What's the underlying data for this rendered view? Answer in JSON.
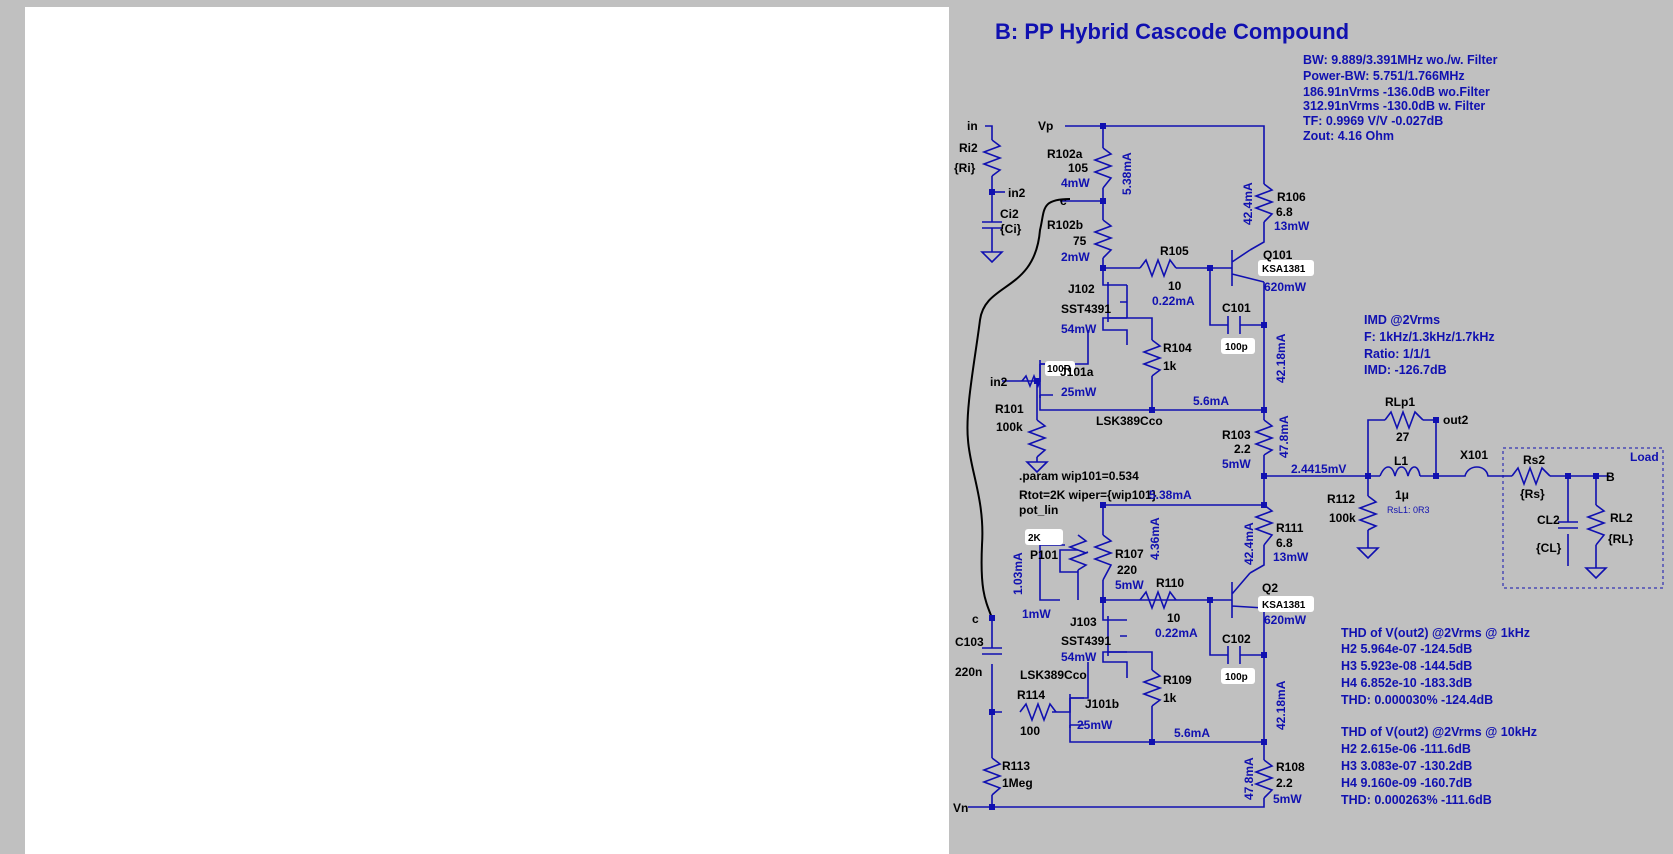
{
  "title": "B: PP Hybrid Cascode Compound",
  "perf_info": [
    "BW: 9.889/3.391MHz  wo./w. Filter",
    "Power-BW: 5.751/1.766MHz",
    "186.91nVrms  -136.0dB wo.Filter",
    "312.91nVrms  -130.0dB w. Filter",
    "TF:  0.9969 V/V  -0.027dB",
    "Zout:  4.16 Ohm"
  ],
  "imd_info": [
    "IMD @2Vrms",
    "F: 1kHz/1.3kHz/1.7kHz",
    "Ratio: 1/1/1",
    "IMD: -126.7dB"
  ],
  "thd_1k": [
    "THD of V(out2)  @2Vrms @ 1kHz",
    "H2  5.964e-07  -124.5dB",
    "H3  5.923e-08  -144.5dB",
    "H4  6.852e-10  -183.3dB",
    "THD:  0.000030%  -124.4dB"
  ],
  "thd_10k": [
    "THD of V(out2)  @2Vrms @ 10kHz",
    "H2  2.615e-06  -111.6dB",
    "H3  3.083e-07  -130.2dB",
    "H4  9.160e-09  -160.7dB",
    "THD:  0.000263%  -111.6dB"
  ],
  "param_directive": [
    ".param wip101=0.534",
    "Rtot=2K wiper={wip101}",
    "pot_lin"
  ],
  "labels": {
    "in": "in",
    "ri2": "Ri2",
    "ri_val": "{Ri}",
    "in2_node": "in2",
    "ci2": "Ci2",
    "ci_val": "{Ci}",
    "vp": "Vp",
    "vn": "Vn",
    "r102a": "R102a",
    "r102a_val": "105",
    "r102a_p": "4mW",
    "r102b": "R102b",
    "r102b_val": "75",
    "r102b_p": "2mW",
    "c_top": "c",
    "c_bot": "c",
    "r106": "R106",
    "r106_val": "6.8",
    "r106_p": "13mW",
    "q101": "Q101",
    "ksa1": "KSA1381",
    "q101_p": "620mW",
    "r105": "R105",
    "r105_val": "10",
    "r105_i": "0.22mA",
    "j102": "J102",
    "sst1": "SST4391",
    "j102_p": "54mW",
    "c101": "C101",
    "c101_val": "100p",
    "r104": "R104",
    "r104_val": "1k",
    "in2_left": "in2",
    "tag_100r": "100R",
    "j101a": "J101a",
    "j101a_p": "25mW",
    "i_56a": "5.6mA",
    "r101": "R101",
    "r101_val": "100k",
    "lsk1": "LSK389Cco",
    "r103": "R103",
    "r103_val": "2.2",
    "r103_p": "5mW",
    "vout": "2.4415mV",
    "rlp1": "RLp1",
    "rlp1_val": "27",
    "out2": "out2",
    "l1": "L1",
    "l1_val": "1μ",
    "rsl1": "RsL1: 0R3",
    "r112": "R112",
    "r112_val": "100k",
    "x101": "X101",
    "rs2": "Rs2",
    "rs_val": "{Rs}",
    "b_node": "B",
    "load": "Load",
    "cl2": "CL2",
    "cl_val": "{CL}",
    "rl2": "RL2",
    "rl_val": "{RL}",
    "i_538": "5.38mA",
    "tag_2k": "2K",
    "p101": "P101",
    "r107": "R107",
    "r107_val": "220",
    "r107_p": "5mW",
    "i_436": "4.36mA",
    "i_103": "1.03mA",
    "p101_p": "1mW",
    "r111": "R111",
    "r111_val": "6.8",
    "r111_p": "13mW",
    "q2": "Q2",
    "ksa2": "KSA1381",
    "q2_p": "620mW",
    "r110": "R110",
    "r110_val": "10",
    "r110_i": "0.22mA",
    "j103": "J103",
    "sst2": "SST4391",
    "j103_p": "54mW",
    "c102": "C102",
    "c102_val": "100p",
    "c103": "C103",
    "c103_val": "220n",
    "lsk2": "LSK389Cco",
    "r109": "R109",
    "r109_val": "1k",
    "r114": "R114",
    "r114_val": "100",
    "j101b": "J101b",
    "j101b_p": "25mW",
    "i_56b": "5.6mA",
    "r113": "R113",
    "r113_val": "1Meg",
    "r108": "R108",
    "r108_val": "2.2",
    "r108_p": "5mW",
    "i_538_v": "5.38mA",
    "i_424a": "42.4mA",
    "i_4218a": "42.18mA",
    "i_478a": "47.8mA",
    "i_424b": "42.4mA",
    "i_4218b": "42.18mA",
    "i_478b": "47.8mA"
  },
  "colors": {
    "schematic_bg": "#c0c0c0",
    "wire": "#1010b0",
    "panel": "#ffffff"
  }
}
